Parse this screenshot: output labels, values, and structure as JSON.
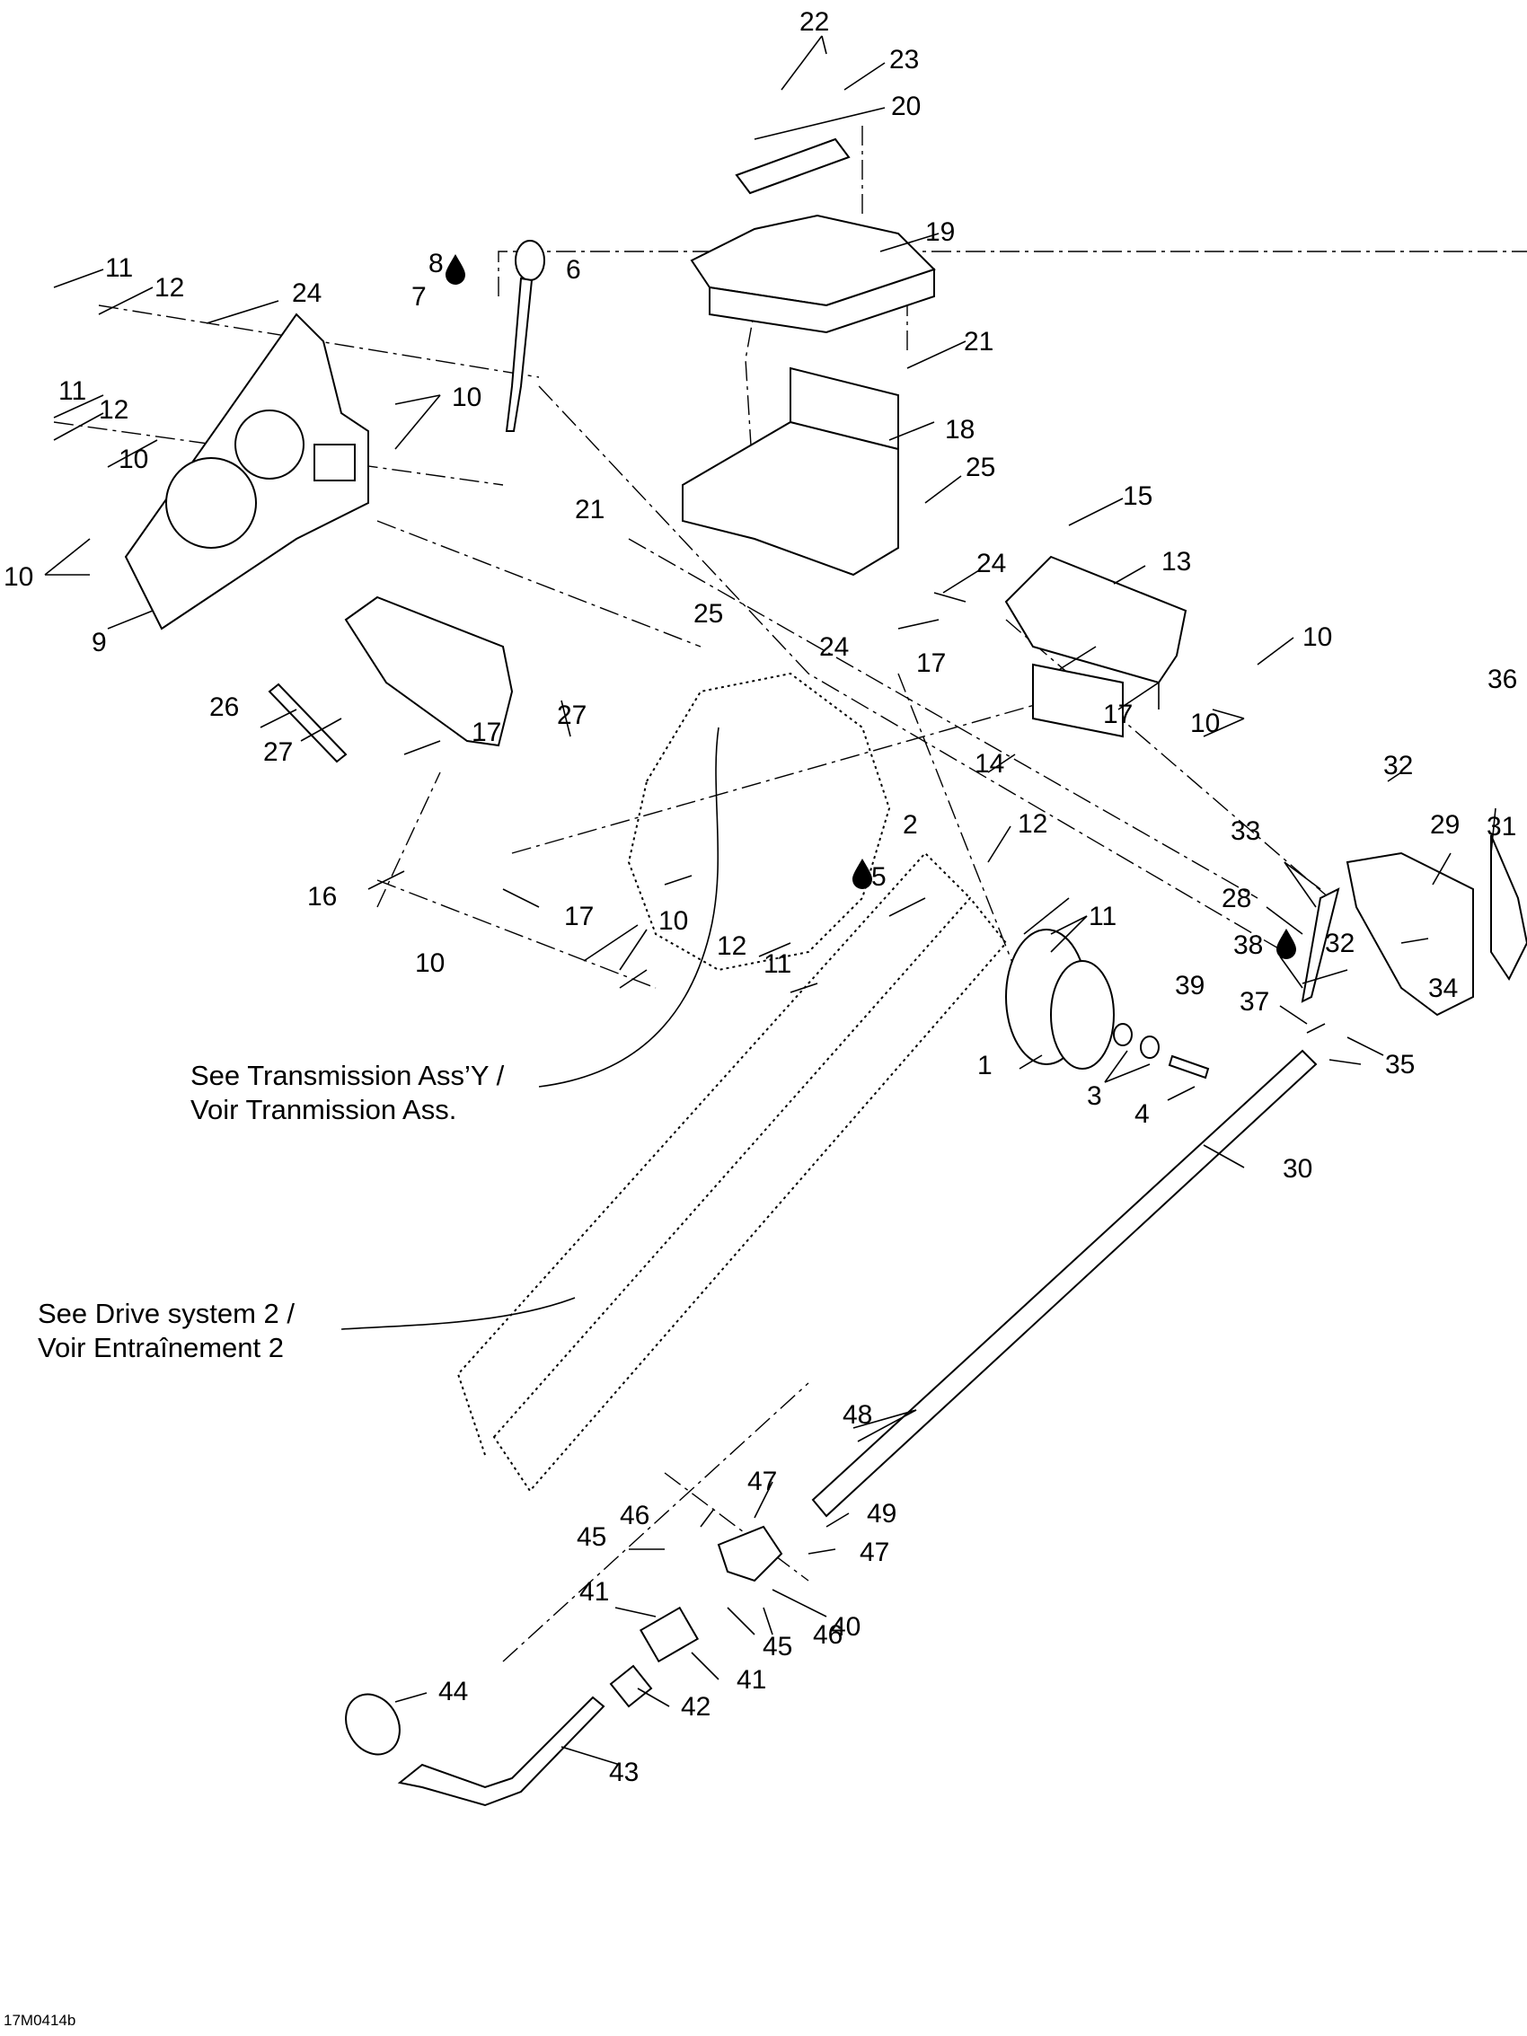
{
  "callouts": {
    "c1": "1",
    "c2": "2",
    "c3": "3",
    "c4": "4",
    "c5": "5",
    "c6": "6",
    "c7": "7",
    "c8": "8",
    "c9": "9",
    "c10a": "10",
    "c10b": "10",
    "c10c": "10",
    "c10d": "10",
    "c10e": "10",
    "c10f": "10",
    "c10g": "10",
    "c11a": "11",
    "c11b": "11",
    "c11c": "11",
    "c11d": "11",
    "c12a": "12",
    "c12b": "12",
    "c12c": "12",
    "c12d": "12",
    "c13": "13",
    "c14": "14",
    "c15": "15",
    "c16": "16",
    "c17a": "17",
    "c17b": "17",
    "c17c": "17",
    "c17d": "17",
    "c18": "18",
    "c19": "19",
    "c20": "20",
    "c21a": "21",
    "c21b": "21",
    "c22": "22",
    "c23": "23",
    "c24a": "24",
    "c24b": "24",
    "c24c": "24",
    "c25a": "25",
    "c25b": "25",
    "c26": "26",
    "c27a": "27",
    "c27b": "27",
    "c28": "28",
    "c29": "29",
    "c30": "30",
    "c31": "31",
    "c32a": "32",
    "c32b": "32",
    "c33": "33",
    "c34": "34",
    "c35": "35",
    "c36": "36",
    "c37": "37",
    "c38": "38",
    "c39": "39",
    "c40": "40",
    "c41a": "41",
    "c41b": "41",
    "c42": "42",
    "c43": "43",
    "c44": "44",
    "c45a": "45",
    "c45b": "45",
    "c46a": "46",
    "c46b": "46",
    "c47a": "47",
    "c47b": "47",
    "c48": "48",
    "c49": "49"
  },
  "notes": {
    "transmission_line1": "See Transmission Ass’Y /",
    "transmission_line2": "Voir Tranmission Ass.",
    "drive_line1": "See Drive system 2 /",
    "drive_line2": "Voir Entraînement 2"
  },
  "drawing_code": "17M0414b",
  "icons": {
    "lubricant": "oil-drop-icon"
  }
}
